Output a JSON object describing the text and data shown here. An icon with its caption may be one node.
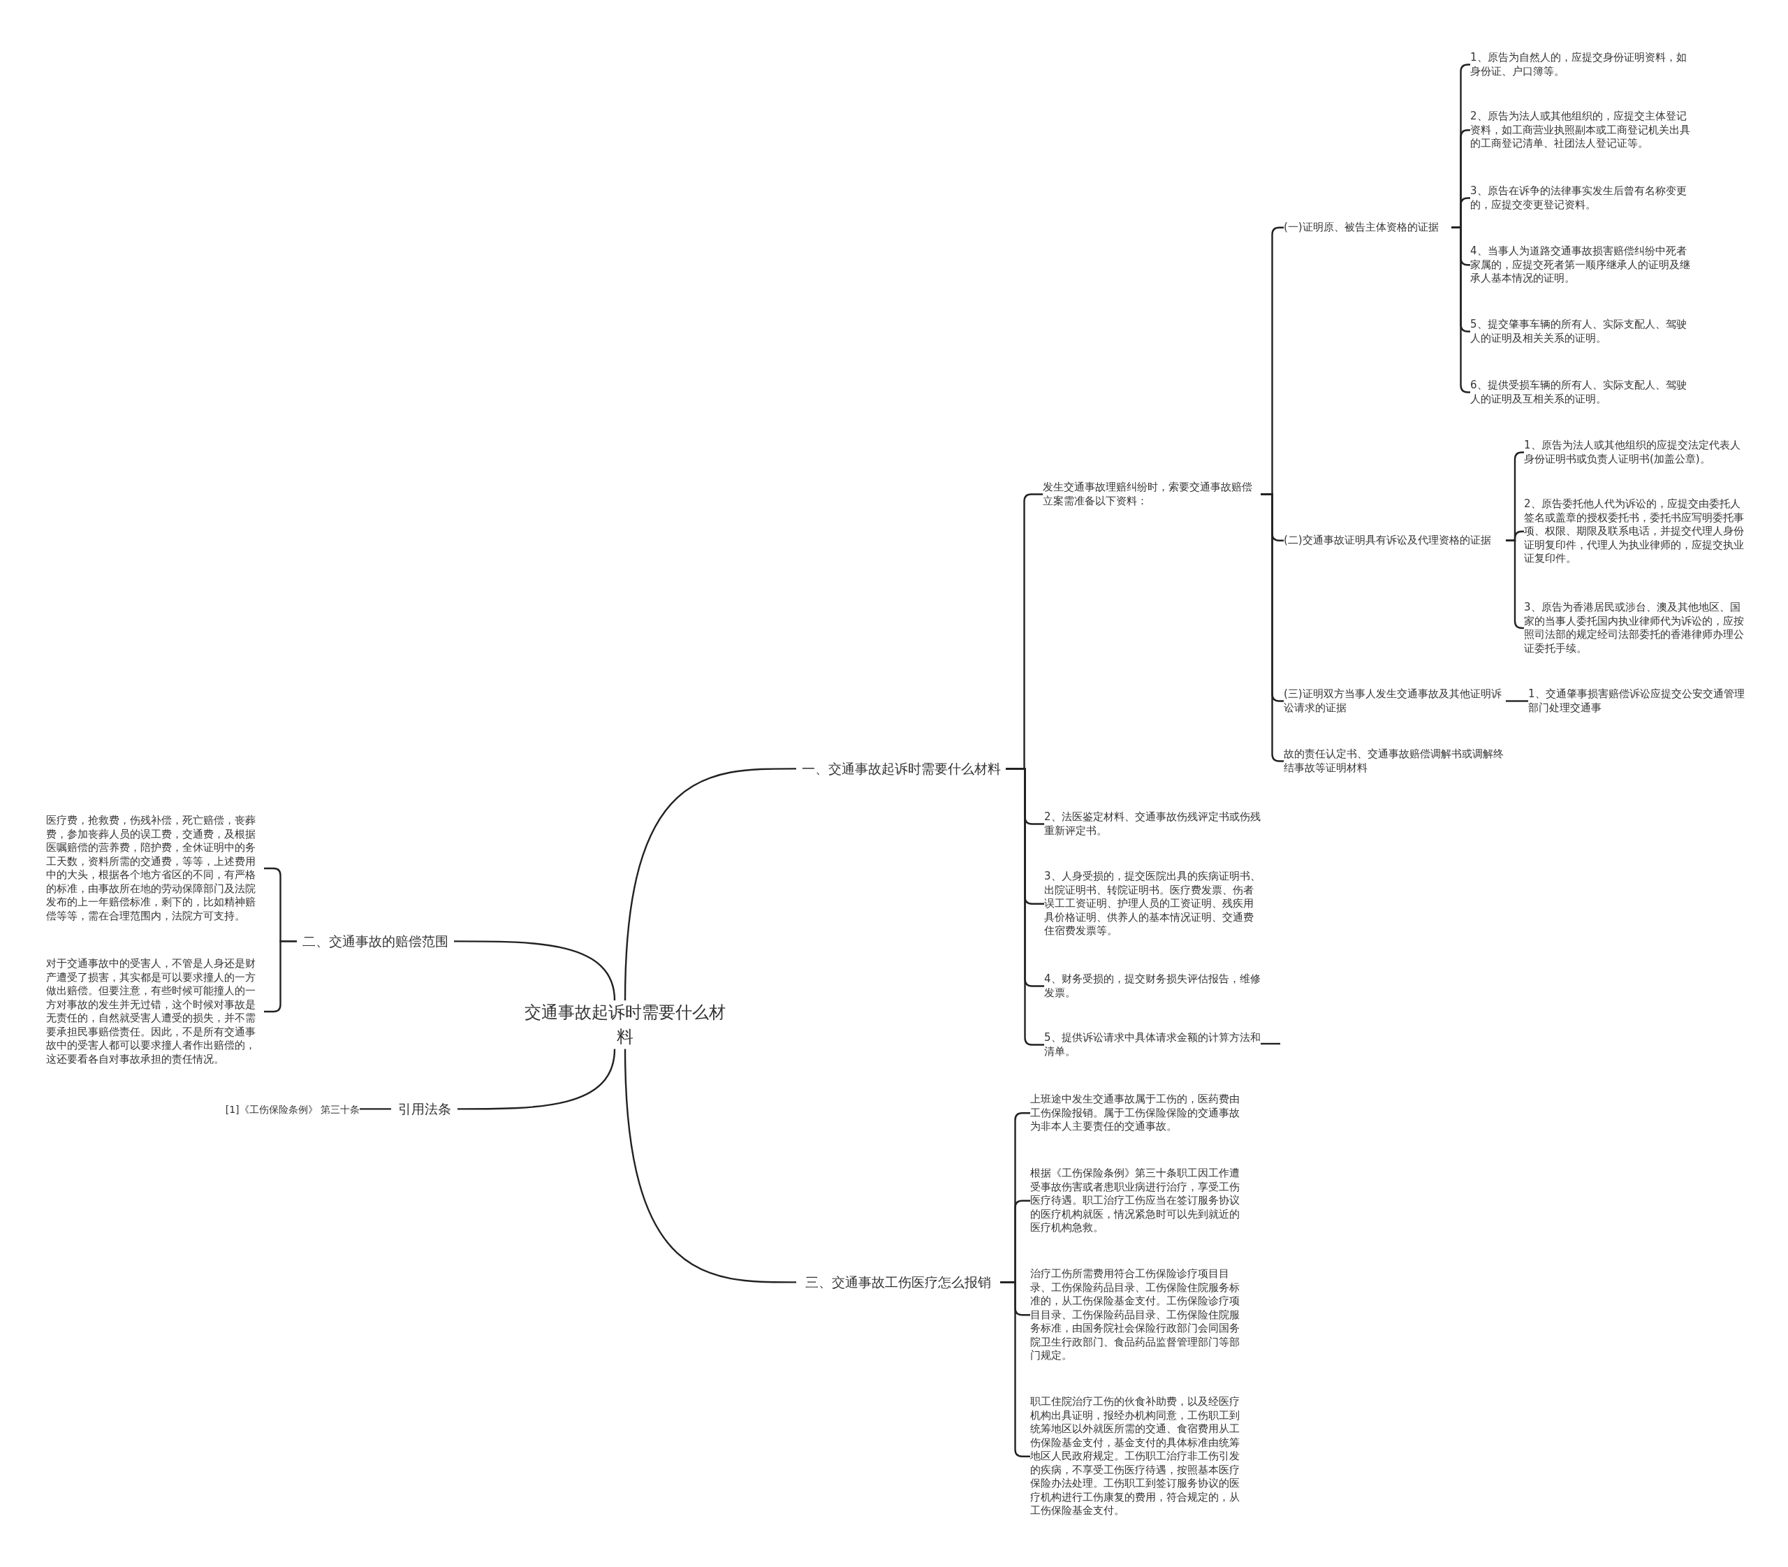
{
  "diagram": {
    "nodes": [
      {
        "text": [
          "交通事故起诉时需要什么材料"
        ]
      },
      {
        "text": [
          "一、交通事故起诉时需要什么材料"
        ]
      },
      {
        "text": [
          "发生交通事故理赔纠纷时，索要交通事故赔偿立案需准备以下资料："
        ]
      },
      {
        "text": [
          "(一)证明原、被告主体资格的证据"
        ]
      },
      {
        "text": [
          "1、原告为自然人的，应提交身份证明资料，如身份证、户口簿等。"
        ]
      },
      {
        "text": [
          "2、原告为法人或其他组织的，应提交主体登记资料，如工商营业执照副本或工商登记机关出具的工商登记清单、社团法人登记证等。"
        ]
      },
      {
        "text": [
          "3、原告在诉争的法律事实发生后曾有名称变更的，应提交变更登记资料。"
        ]
      },
      {
        "text": [
          "4、当事人为道路交通事故损害赔偿纠纷中死者家属的，应提交死者第一顺序继承人的证明及继承人基本情况的证明。"
        ]
      },
      {
        "text": [
          "5、提交肇事车辆的所有人、实际支配人、驾驶人的证明及相关关系的证明。"
        ]
      },
      {
        "text": [
          "6、提供受损车辆的所有人、实际支配人、驾驶人的证明及互相关系的证明。"
        ]
      },
      {
        "text": [
          "(二)交通事故证明具有诉讼及代理资格的证据"
        ]
      },
      {
        "text": [
          "1、原告为法人或其他组织的应提交法定代表人身份证明书或负责人证明书(加盖公章)。"
        ]
      },
      {
        "text": [
          "2、原告委托他人代为诉讼的，应提交由委托人签名或盖章的授权委托书，委托书应写明委托事项、权限、期限及联系电话，并提交代理人身份证明复印件，代理人为执业律师的，应提交执业证复印件。"
        ]
      },
      {
        "text": [
          "3、原告为香港居民或涉台、澳及其他地区、国家的当事人委托国内执业律师代为诉讼的，应按照司法部的规定经司法部委托的香港律师办理公证委托手续。"
        ]
      },
      {
        "text": [
          "(三)证明双方当事人发生交通事故及其他证明诉讼请求的证据"
        ]
      },
      {
        "text": [
          "1、交通肇事损害赔偿诉讼应提交公安交通管理部门处理交通事"
        ]
      },
      {
        "text": [
          "故的责任认定书、交通事故赔偿调解书或调解终结事故等证明材料"
        ]
      },
      {
        "text": [
          "2、法医鉴定材料、交通事故伤残评定书或伤残重新评定书。"
        ]
      },
      {
        "text": [
          "3、人身受损的，提交医院出具的疾病证明书、出院证明书、转院证明书。医疗费发票、伤者误工工资证明、护理人员的工资证明、残疾用具价格证明、供养人的基本情况证明、交通费住宿费发票等。"
        ]
      },
      {
        "text": [
          "4、财务受损的，提交财务损失评估报告，维修发票。"
        ]
      },
      {
        "text": [
          "5、提供诉讼请求中具体请求金额的计算方法和清单。"
        ]
      },
      {
        "text": [
          "二、交通事故的赔偿范围"
        ]
      },
      {
        "text": [
          "医疗费，抢救费，伤残补偿，死亡赔偿，丧葬费，参加丧葬人员的误工费，交通费，及根据医嘱赔偿的营养费，陪护费，全休证明中的务工天数，资料所需的交通费，等等，上述费用中的大头，根据各个地方省区的不同，有严格的标准，由事故所在地的劳动保障部门及法院发布的上一年赔偿标准，剩下的，比如精神赔偿等等，需在合理范围内，法院方可支持。"
        ]
      },
      {
        "text": [
          "对于交通事故中的受害人，不管是人身还是财产遭受了损害，其实都是可以要求撞人的一方做出赔偿。但要注意，有些时候可能撞人的一方对事故的发生并无过错，这个时候对事故是无责任的，自然就受害人遭受的损失，并不需要承担民事赔偿责任。因此，不是所有交通事故中的受害人都可以要求撞人者作出赔偿的，这还要看各自对事故承担的责任情况。"
        ]
      },
      {
        "text": [
          "引用法条"
        ]
      },
      {
        "text": [
          "[1]《工伤保险条例》 第三十条"
        ]
      },
      {
        "text": [
          "三、交通事故工伤医疗怎么报销"
        ]
      },
      {
        "text": [
          "上班途中发生交通事故属于工伤的，医药费由工伤保险报销。属于工伤保险保险的交通事故为非本人主要责任的交通事故。"
        ]
      },
      {
        "text": [
          "根据《工伤保险条例》第三十条职工因工作遭受事故伤害或者患职业病进行治疗，享受工伤医疗待遇。职工治疗工伤应当在签订服务协议的医疗机构就医，情况紧急时可以先到就近的医疗机构急救。"
        ]
      },
      {
        "text": [
          "治疗工伤所需费用符合工伤保险诊疗项目目录、工伤保险药品目录、工伤保险住院服务标准的，从工伤保险基金支付。工伤保险诊疗项目目录、工伤保险药品目录、工伤保险住院服务标准，由国务院社会保险行政部门会同国务院卫生行政部门、食品药品监督管理部门等部门规定。"
        ]
      },
      {
        "text": [
          "职工住院治疗工伤的伙食补助费，以及经医疗机构出具证明，报经办机构同意，工伤职工到统筹地区以外就医所需的交通、食宿费用从工伤保险基金支付，基金支付的具体标准由统筹地区人民政府规定。工伤职工治疗非工伤引发的疾病，不享受工伤医疗待遇，按照基本医疗保险办法处理。工伤职工到签订服务协议的医疗机构进行工伤康复的费用，符合规定的，从工伤保险基金支付。"
        ]
      }
    ],
    "edges": [
      {
        "from": 0,
        "to": 1,
        "arrow": "none"
      },
      {
        "from": 1,
        "to": 2,
        "arrow": "none"
      },
      {
        "from": 2,
        "to": 3,
        "arrow": "none"
      },
      {
        "from": 3,
        "to": 4,
        "arrow": "none"
      },
      {
        "from": 3,
        "to": 5,
        "arrow": "none"
      },
      {
        "from": 3,
        "to": 6,
        "arrow": "none"
      },
      {
        "from": 3,
        "to": 7,
        "arrow": "none"
      },
      {
        "from": 3,
        "to": 8,
        "arrow": "none"
      },
      {
        "from": 3,
        "to": 9,
        "arrow": "none"
      },
      {
        "from": 2,
        "to": 10,
        "arrow": "none"
      },
      {
        "from": 10,
        "to": 11,
        "arrow": "none"
      },
      {
        "from": 10,
        "to": 12,
        "arrow": "none"
      },
      {
        "from": 10,
        "to": 13,
        "arrow": "none"
      },
      {
        "from": 2,
        "to": 14,
        "arrow": "none"
      },
      {
        "from": 14,
        "to": 15,
        "arrow": "none"
      },
      {
        "from": 2,
        "to": 16,
        "arrow": "none"
      },
      {
        "from": 1,
        "to": 17,
        "arrow": "none"
      },
      {
        "from": 1,
        "to": 18,
        "arrow": "none"
      },
      {
        "from": 1,
        "to": 19,
        "arrow": "none"
      },
      {
        "from": 1,
        "to": 20,
        "arrow": "none"
      },
      {
        "from": 20,
        "to": null,
        "arrow": "none"
      },
      {
        "from": 0,
        "to": 21,
        "arrow": "none"
      },
      {
        "from": 21,
        "to": 22,
        "arrow": "none"
      },
      {
        "from": 21,
        "to": 23,
        "arrow": "none"
      },
      {
        "from": 0,
        "to": 24,
        "arrow": "none"
      },
      {
        "from": 24,
        "to": 25,
        "arrow": "none"
      },
      {
        "from": 0,
        "to": 26,
        "arrow": "none"
      },
      {
        "from": 26,
        "to": 27,
        "arrow": "none"
      },
      {
        "from": 26,
        "to": 28,
        "arrow": "none"
      },
      {
        "from": 26,
        "to": 29,
        "arrow": "none"
      },
      {
        "from": 26,
        "to": 30,
        "arrow": "none"
      }
    ]
  }
}
